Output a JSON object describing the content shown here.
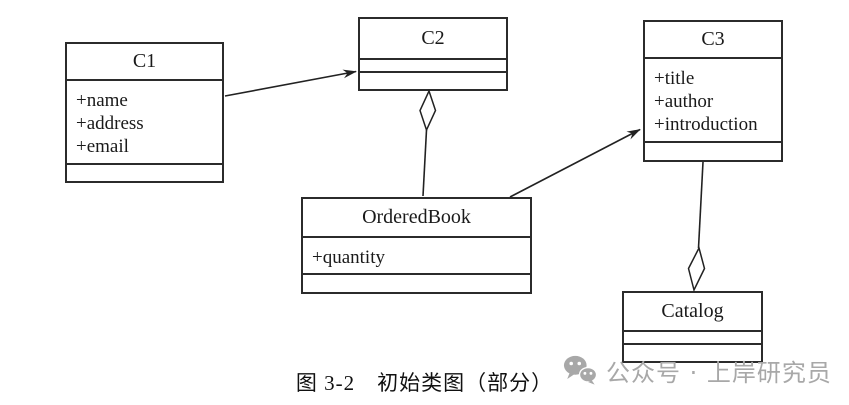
{
  "diagram": {
    "classes": [
      {
        "name": "C1",
        "attributes": [
          "+name",
          "+address",
          "+email"
        ]
      },
      {
        "name": "C2",
        "attributes": []
      },
      {
        "name": "C3",
        "attributes": [
          "+title",
          "+author",
          "+introduction"
        ]
      },
      {
        "name": "OrderedBook",
        "attributes": [
          "+quantity"
        ]
      },
      {
        "name": "Catalog",
        "attributes": []
      }
    ],
    "relationships": [
      {
        "type": "directed-association",
        "from": "C1",
        "to": "C2"
      },
      {
        "type": "aggregation",
        "whole": "C2",
        "part": "OrderedBook"
      },
      {
        "type": "directed-association",
        "from": "OrderedBook",
        "to": "C3"
      },
      {
        "type": "aggregation",
        "whole": "Catalog",
        "part": "C3"
      }
    ],
    "line_color": "#222222",
    "box_background": "#ffffff"
  },
  "caption": "图 3-2　初始类图（部分）",
  "watermark": {
    "icon": "wechat-logo-icon",
    "text": "公众号 · 上岸研究员",
    "color": "#a8a8a8"
  }
}
